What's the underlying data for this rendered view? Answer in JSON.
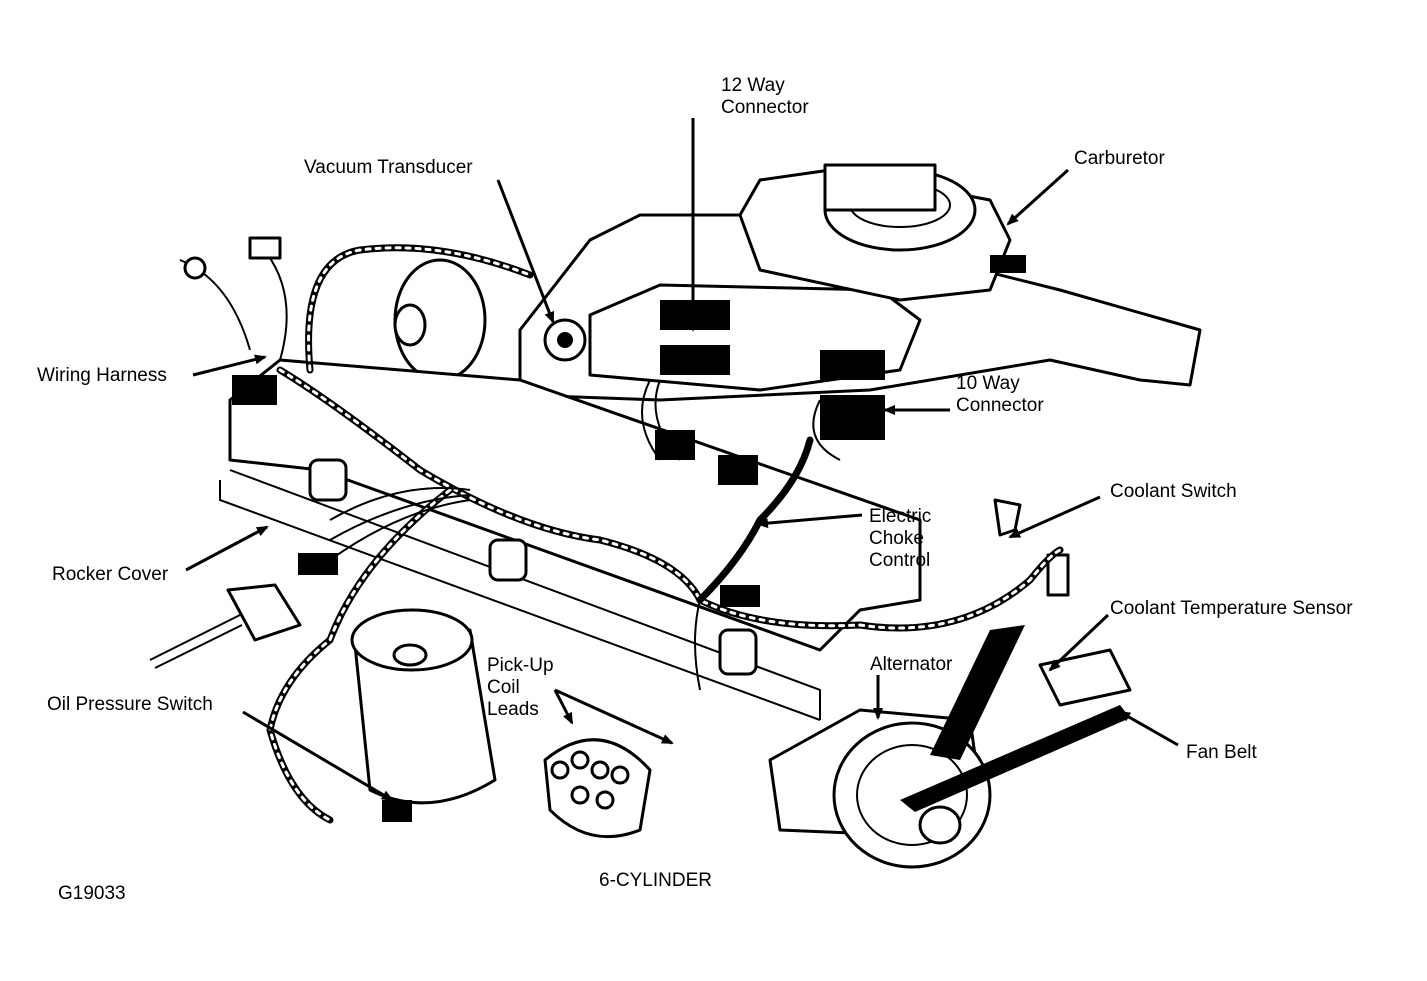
{
  "figure_id": "G19033",
  "caption": "6-CYLINDER",
  "labels": {
    "twelve_way_line1": "12 Way",
    "twelve_way_line2": "Connector",
    "vacuum_transducer": "Vacuum Transducer",
    "carburetor": "Carburetor",
    "wiring_harness": "Wiring Harness",
    "ten_way_line1": "10 Way",
    "ten_way_line2": "Connector",
    "coolant_switch": "Coolant Switch",
    "electric_line1": "Electric",
    "choke_line2": "Choke",
    "control_line3": "Control",
    "rocker_cover": "Rocker Cover",
    "coolant_temp_sensor": "Coolant Temperature Sensor",
    "alternator": "Alternator",
    "pickup_line1": "Pick-Up",
    "coil_line2": "Coil",
    "leads_line3": "Leads",
    "oil_pressure_switch": "Oil Pressure Switch",
    "fan_belt": "Fan Belt"
  },
  "colors": {
    "ink": "#000000",
    "paper": "#ffffff"
  }
}
